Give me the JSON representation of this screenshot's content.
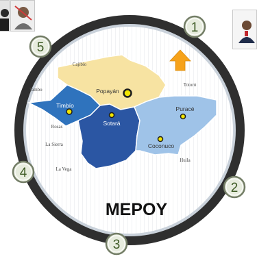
{
  "center_label": "MEPOY",
  "steps": [
    "1",
    "2",
    "3",
    "4",
    "5"
  ],
  "map": {
    "regions": [
      {
        "name": "Popayán",
        "color": "#f7e3a2"
      },
      {
        "name": "Timbío",
        "color": "#2f73bd"
      },
      {
        "name": "Sotará",
        "color": "#2b56a3"
      },
      {
        "name": "Puracé",
        "color": "#9fc3e8"
      },
      {
        "name": "Coconuco",
        "color": "#9fc3e8"
      }
    ],
    "neighbors": [
      "Cajibío",
      "Totoró",
      "Tambo",
      "Rosas",
      "La Sierra",
      "La Vega",
      "Huila"
    ]
  },
  "colors": {
    "ring_outer": "#2f2f2f",
    "ring_inner": "#c9d1da",
    "step_fill": "#e7ecde",
    "step_text": "#3d5a24",
    "arrow": "#f6a21a",
    "marker": "#f2e500"
  },
  "icons": [
    "up-arrow-icon",
    "city-marker-icon",
    "town-marker-icon",
    "person-photo-icon"
  ]
}
